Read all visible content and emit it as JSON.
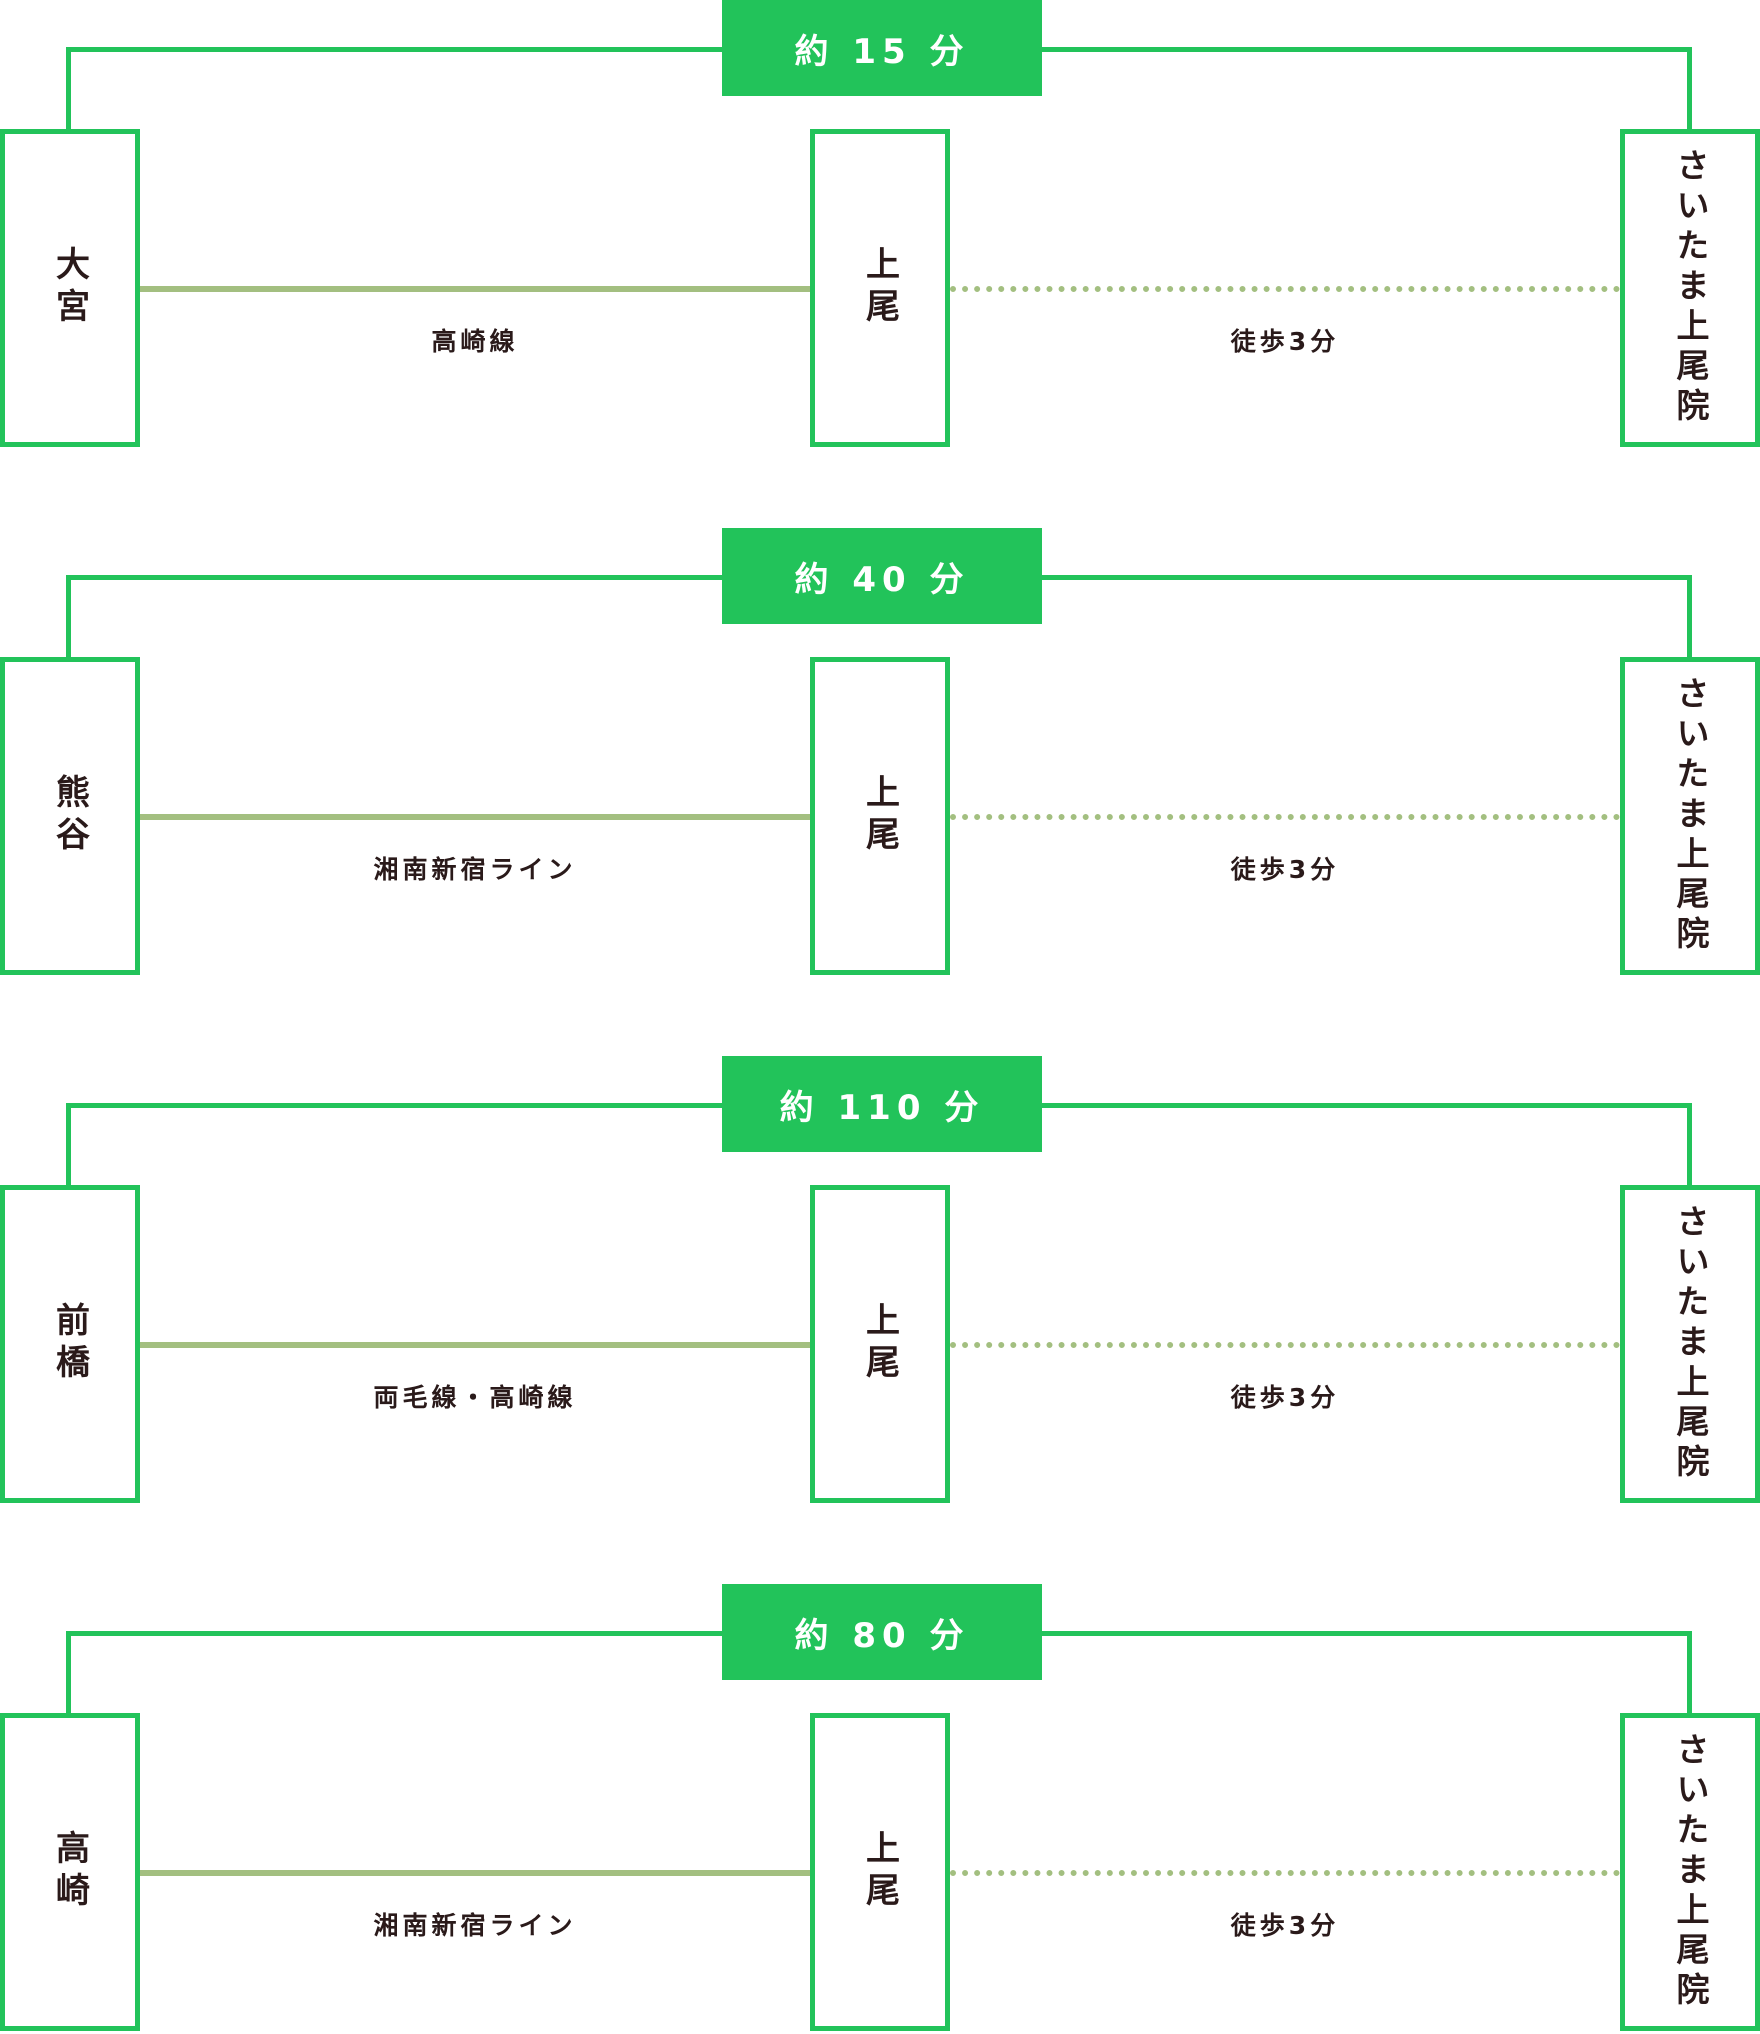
{
  "colors": {
    "accent": "#22c35a",
    "rail_line": "#a3bf80",
    "text": "#2a1a1a",
    "badge_text": "#ffffff"
  },
  "routes": [
    {
      "time": "約 15 分",
      "origin": "大宮",
      "transfer": "上尾",
      "destination": "さいたま上尾院",
      "train_line": "高崎線",
      "walk": "徒歩3分"
    },
    {
      "time": "約 40 分",
      "origin": "熊谷",
      "transfer": "上尾",
      "destination": "さいたま上尾院",
      "train_line": "湘南新宿ライン",
      "walk": "徒歩3分"
    },
    {
      "time": "約 110 分",
      "origin": "前橋",
      "transfer": "上尾",
      "destination": "さいたま上尾院",
      "train_line": "両毛線・高崎線",
      "walk": "徒歩3分"
    },
    {
      "time": "約 80 分",
      "origin": "高崎",
      "transfer": "上尾",
      "destination": "さいたま上尾院",
      "train_line": "湘南新宿ライン",
      "walk": "徒歩3分"
    }
  ]
}
